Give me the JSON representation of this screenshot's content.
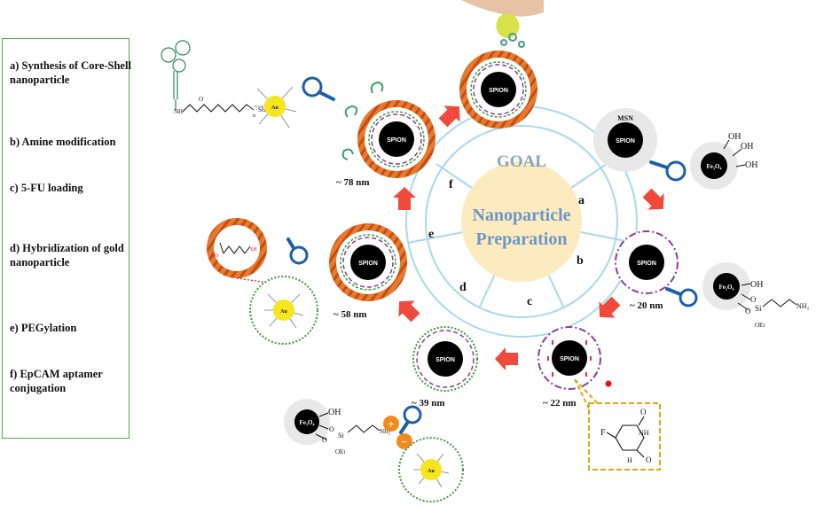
{
  "legend": [
    "a) Synthesis of Core-Shell nanoparticle",
    "b) Amine modification",
    "c) 5-FU loading",
    "d) Hybridization of gold nanoparticle",
    "e) PEGylation",
    "f) EpCAM aptamer conjugation"
  ],
  "wheel": {
    "goal": "GOAL",
    "center_line1": "Nanoparticle",
    "center_line2": "Preparation",
    "segments": [
      "a",
      "b",
      "c",
      "d",
      "e",
      "f"
    ]
  },
  "core_label": "SPION",
  "mnsn_label": "MSN",
  "fe3o4_label": "Fe₃O₄",
  "au_label": "Au",
  "sizes": {
    "b": "~ 20 nm",
    "c": "~ 22 nm",
    "d": "~ 39 nm",
    "e": "~ 58 nm",
    "f": "~ 78 nm"
  },
  "chem": {
    "oh": "OH",
    "nh2": "NH₂",
    "si": "Si",
    "o": "O",
    "oet": "OEt",
    "nh": "NH",
    "sh": "SH",
    "ho": "HO",
    "n": "n",
    "f": "F",
    "h": "H",
    "plus": "+",
    "minus": "−"
  },
  "colors": {
    "legend_border": "#58a846",
    "wheel_line": "#a9d8ec",
    "center_fill": "#fdebc0",
    "center_text": "#6b97c9",
    "goal_text": "#8aa3c4",
    "arrow": "#ef4a3c",
    "shell_orange": "#e0641d",
    "purple_dash": "#8a3c9a",
    "green_dash": "#3c9a3c",
    "magnifier": "#1d5fa6",
    "gold": "#f6e51f"
  }
}
